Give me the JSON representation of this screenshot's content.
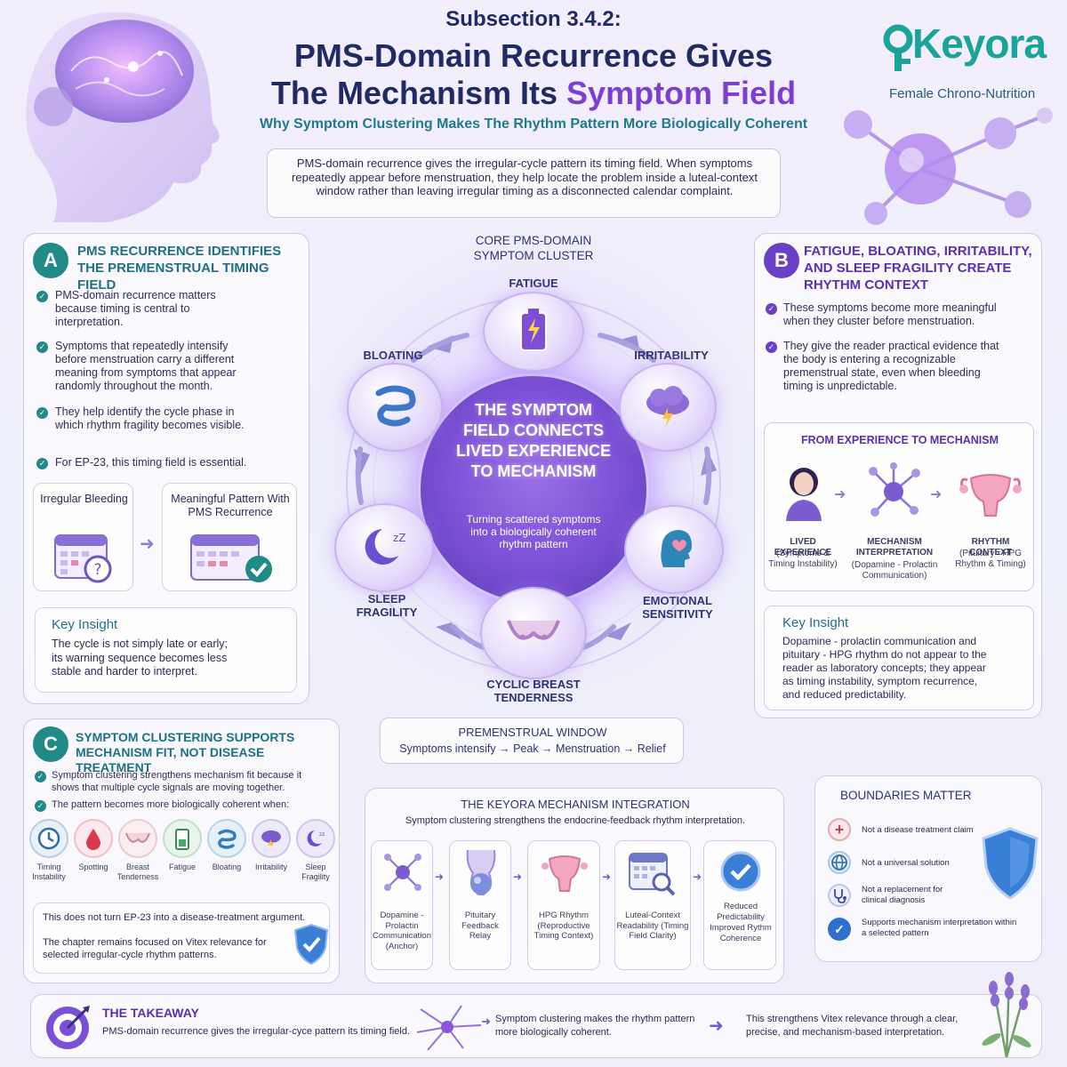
{
  "header": {
    "subsection": "Subsection 3.4.2:",
    "title_line1": "PMS-Domain Recurrence Gives",
    "title_line2_a": "The Mechanism Its ",
    "title_line2_b": "Symptom Field",
    "subtitle": "Why Symptom Clustering Makes The Rhythm Pattern More Biologically Coherent",
    "intro": "PMS-domain recurrence gives the irregular-cycle pattern its timing field. When symptoms repeatedly appear before menstruation, they help locate the problem inside a luteal-context window rather than leaving irregular timing as a disconnected calendar complaint."
  },
  "brand": {
    "name": "Keyora",
    "tagline": "Female Chrono-Nutrition",
    "color": "#1aa39a"
  },
  "panel_a": {
    "letter": "A",
    "title": "PMS Recurrence Identifies The Premenstrual Timing Field",
    "bullets": [
      "PMS-domain recurrence matters because timing is central to interpretation.",
      "Symptoms that repeatedly intensify before menstruation carry a different meaning from symptoms that appear randomly throughout the month.",
      "They help identify the cycle phase in which rhythm fragility becomes visible.",
      "For EP-23, this timing field is essential."
    ],
    "box1": "Irregular Bleeding",
    "box2": "Meaningful Pattern With PMS Recurrence",
    "insight_title": "Key Insight",
    "insight_text": "The cycle is not simply late or early; its warning sequence becomes less stable and harder to interpret."
  },
  "center": {
    "cluster_label": "Core PMS-Domain Symptom Cluster",
    "hub_title": "The Symptom Field Connects Lived Experience To Mechanism",
    "hub_sub": "Turning scattered symptoms into a biologically coherent rhythm pattern",
    "symptoms": {
      "fatigue": "Fatigue",
      "irritability": "Irritability",
      "bloating": "Bloating",
      "sleep": "Sleep Fragility",
      "emotional": "Emotional Sensitivity",
      "breast": "Cyclic Breast Tenderness"
    },
    "window_title": "Premenstrual Window",
    "window_text": "Symptoms intensify → Peak → Menstruation → Relief"
  },
  "panel_b": {
    "letter": "B",
    "title": "Fatigue, Bloating, Irritability, And Sleep Fragility Create Rhythm Context",
    "bullets": [
      "These symptoms become more meaningful when they cluster before menstruation.",
      "They give the reader practical evidence that the body is entering a recognizable premenstrual state, even when bleeding timing is unpredictable."
    ],
    "flow_title": "From Experience To Mechanism",
    "flow": [
      {
        "title": "Lived Experience",
        "desc": "(Symptoms & Timing Instability)"
      },
      {
        "title": "Mechanism Interpretation",
        "desc": "(Dopamine - Prolactin Communication)"
      },
      {
        "title": "Rhythm Context",
        "desc": "(Pituitary - HPG Rhythm & Timing)"
      }
    ],
    "insight_title": "Key Insight",
    "insight_text": "Dopamine - prolactin communication and pituitary - HPG rhythm do not appear to the reader as laboratory concepts; they appear as timing instability, symptom recurrence, and reduced predictability."
  },
  "panel_c": {
    "letter": "C",
    "title": "Symptom Clustering Supports Mechanism Fit, Not Disease Treatment",
    "bullets": [
      "Symptom clustering strengthens mechanism fit because it shows that multiple cycle signals are moving together.",
      "The pattern becomes more biologically coherent when:"
    ],
    "icons": [
      "Timing Instability",
      "Spotting",
      "Breast Tenderness",
      "Fatigue",
      "Bloating",
      "Irritability",
      "Sleep Fragility"
    ],
    "note1": "This does not turn EP-23 into a disease-treatment argument.",
    "note2": "The chapter remains focused on Vitex relevance for selected irregular-cycle rhythm patterns."
  },
  "integration": {
    "title": "The Keyora Mechanism Integration",
    "sub": "Symptom clustering strengthens the endocrine-feedback rhythm interpretation.",
    "steps": [
      "Dopamine - Prolactin Communication (Anchor)",
      "Pituitary Feedback Relay",
      "HPG Rhythm (Reproductive Timing Context)",
      "Luteal-Context Readability (Timing Field Clarity)",
      "Reduced Predictability Improved Rythm Coherence"
    ]
  },
  "boundaries": {
    "title": "Boundaries Matter",
    "items": [
      "Not a disease treatment claim",
      "Not a universal solution",
      "Not a replacement for clinical diagnosis",
      "Supports mechanism interpretation within a selected pattern"
    ]
  },
  "takeaway": {
    "title": "The Takeaway",
    "text1": "PMS-domain recurrence gives the irregular-cyce pattern its timing field.",
    "text2": "Symptom clustering makes the rhythm pattern more biologically coherent.",
    "text3": "This strengthens Vitex relevance through a clear, precise, and mechanism-based interpretation."
  },
  "colors": {
    "teal": "#1f8a86",
    "purple": "#6a3fc8",
    "navy": "#1f2a66"
  }
}
